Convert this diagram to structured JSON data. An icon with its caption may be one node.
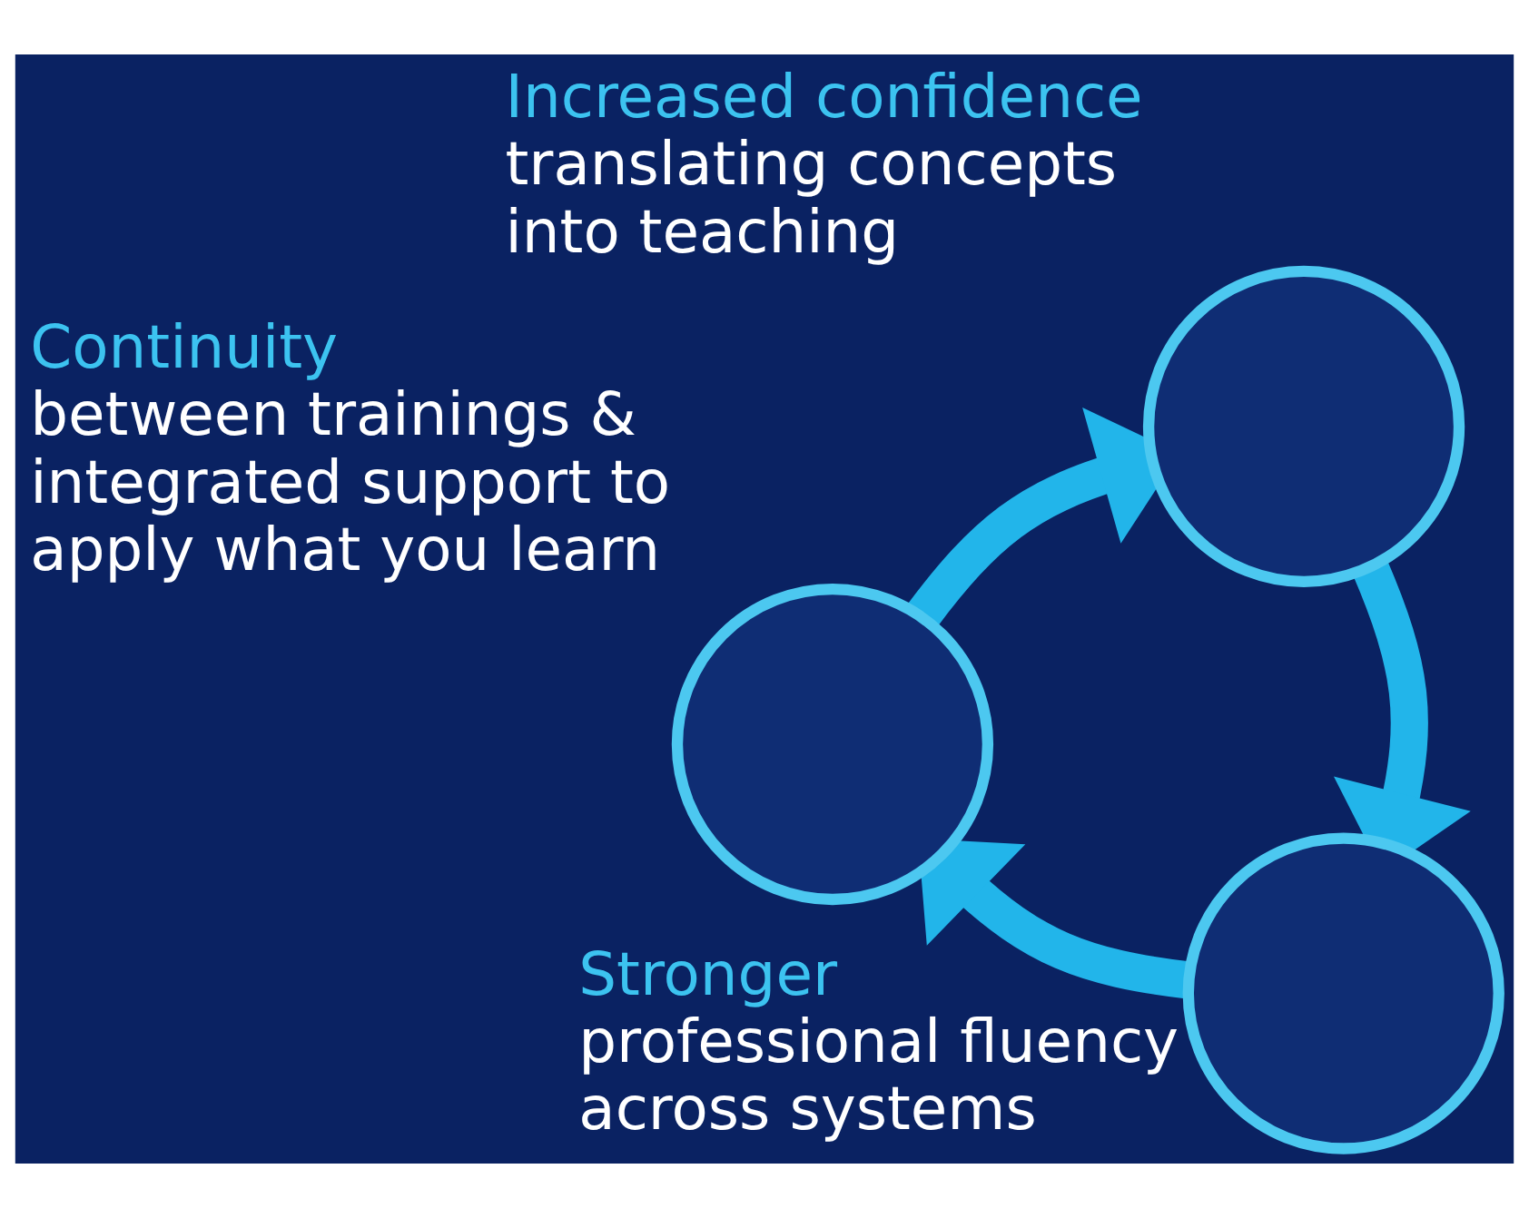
{
  "diagram": {
    "nodes": [
      {
        "text": [],
        "shape": "circle",
        "beside": [
          "Increased confidence",
          "translating concepts into teaching"
        ]
      },
      {
        "text": [],
        "shape": "circle",
        "beside": [
          "Continuity",
          "between trainings & integrated support to apply what you learn"
        ]
      },
      {
        "text": [],
        "shape": "circle",
        "beside": [
          "Stronger",
          "professional fluency across systems"
        ]
      }
    ],
    "edges": [
      {
        "from": 1,
        "to": 0,
        "arrow": "to"
      },
      {
        "from": 0,
        "to": 2,
        "arrow": "to"
      },
      {
        "from": 2,
        "to": 1,
        "arrow": "to"
      }
    ]
  }
}
